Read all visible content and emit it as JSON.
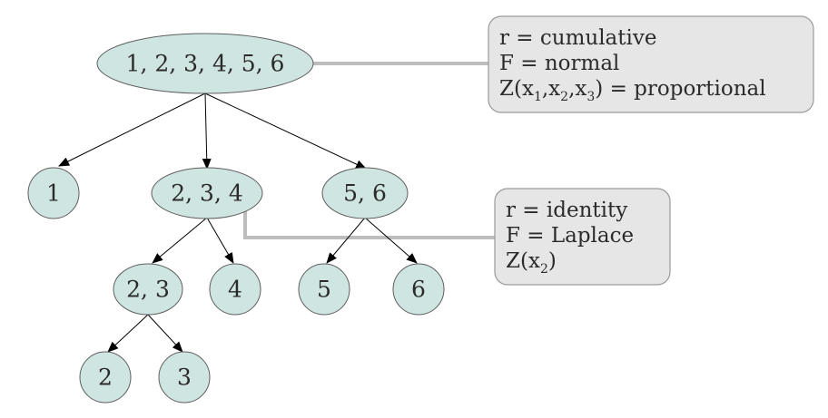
{
  "nodes": {
    "root": "1, 2, 3, 4, 5, 6",
    "n1": "1",
    "n234": "2, 3, 4",
    "n56": "5, 6",
    "n23": "2, 3",
    "n4": "4",
    "n5": "5",
    "n6": "6",
    "n2": "2",
    "n3": "3"
  },
  "annotations": {
    "root": {
      "line1": "r = cumulative",
      "line2": "F = normal",
      "line3_prefix": "Z(x",
      "line3_sub1": "1",
      "line3_sep1": ",x",
      "line3_sub2": "2",
      "line3_sep2": ",x",
      "line3_sub3": "3",
      "line3_suffix": ") = proportional"
    },
    "n234": {
      "line1": "r = identity",
      "line2": "F = Laplace",
      "line3_prefix": "Z(x",
      "line3_sub1": "2",
      "line3_suffix": ")"
    }
  },
  "colors": {
    "node_fill": "#cfe5e2",
    "box_fill": "#e6e6e6",
    "connector": "#bdbdbd"
  }
}
